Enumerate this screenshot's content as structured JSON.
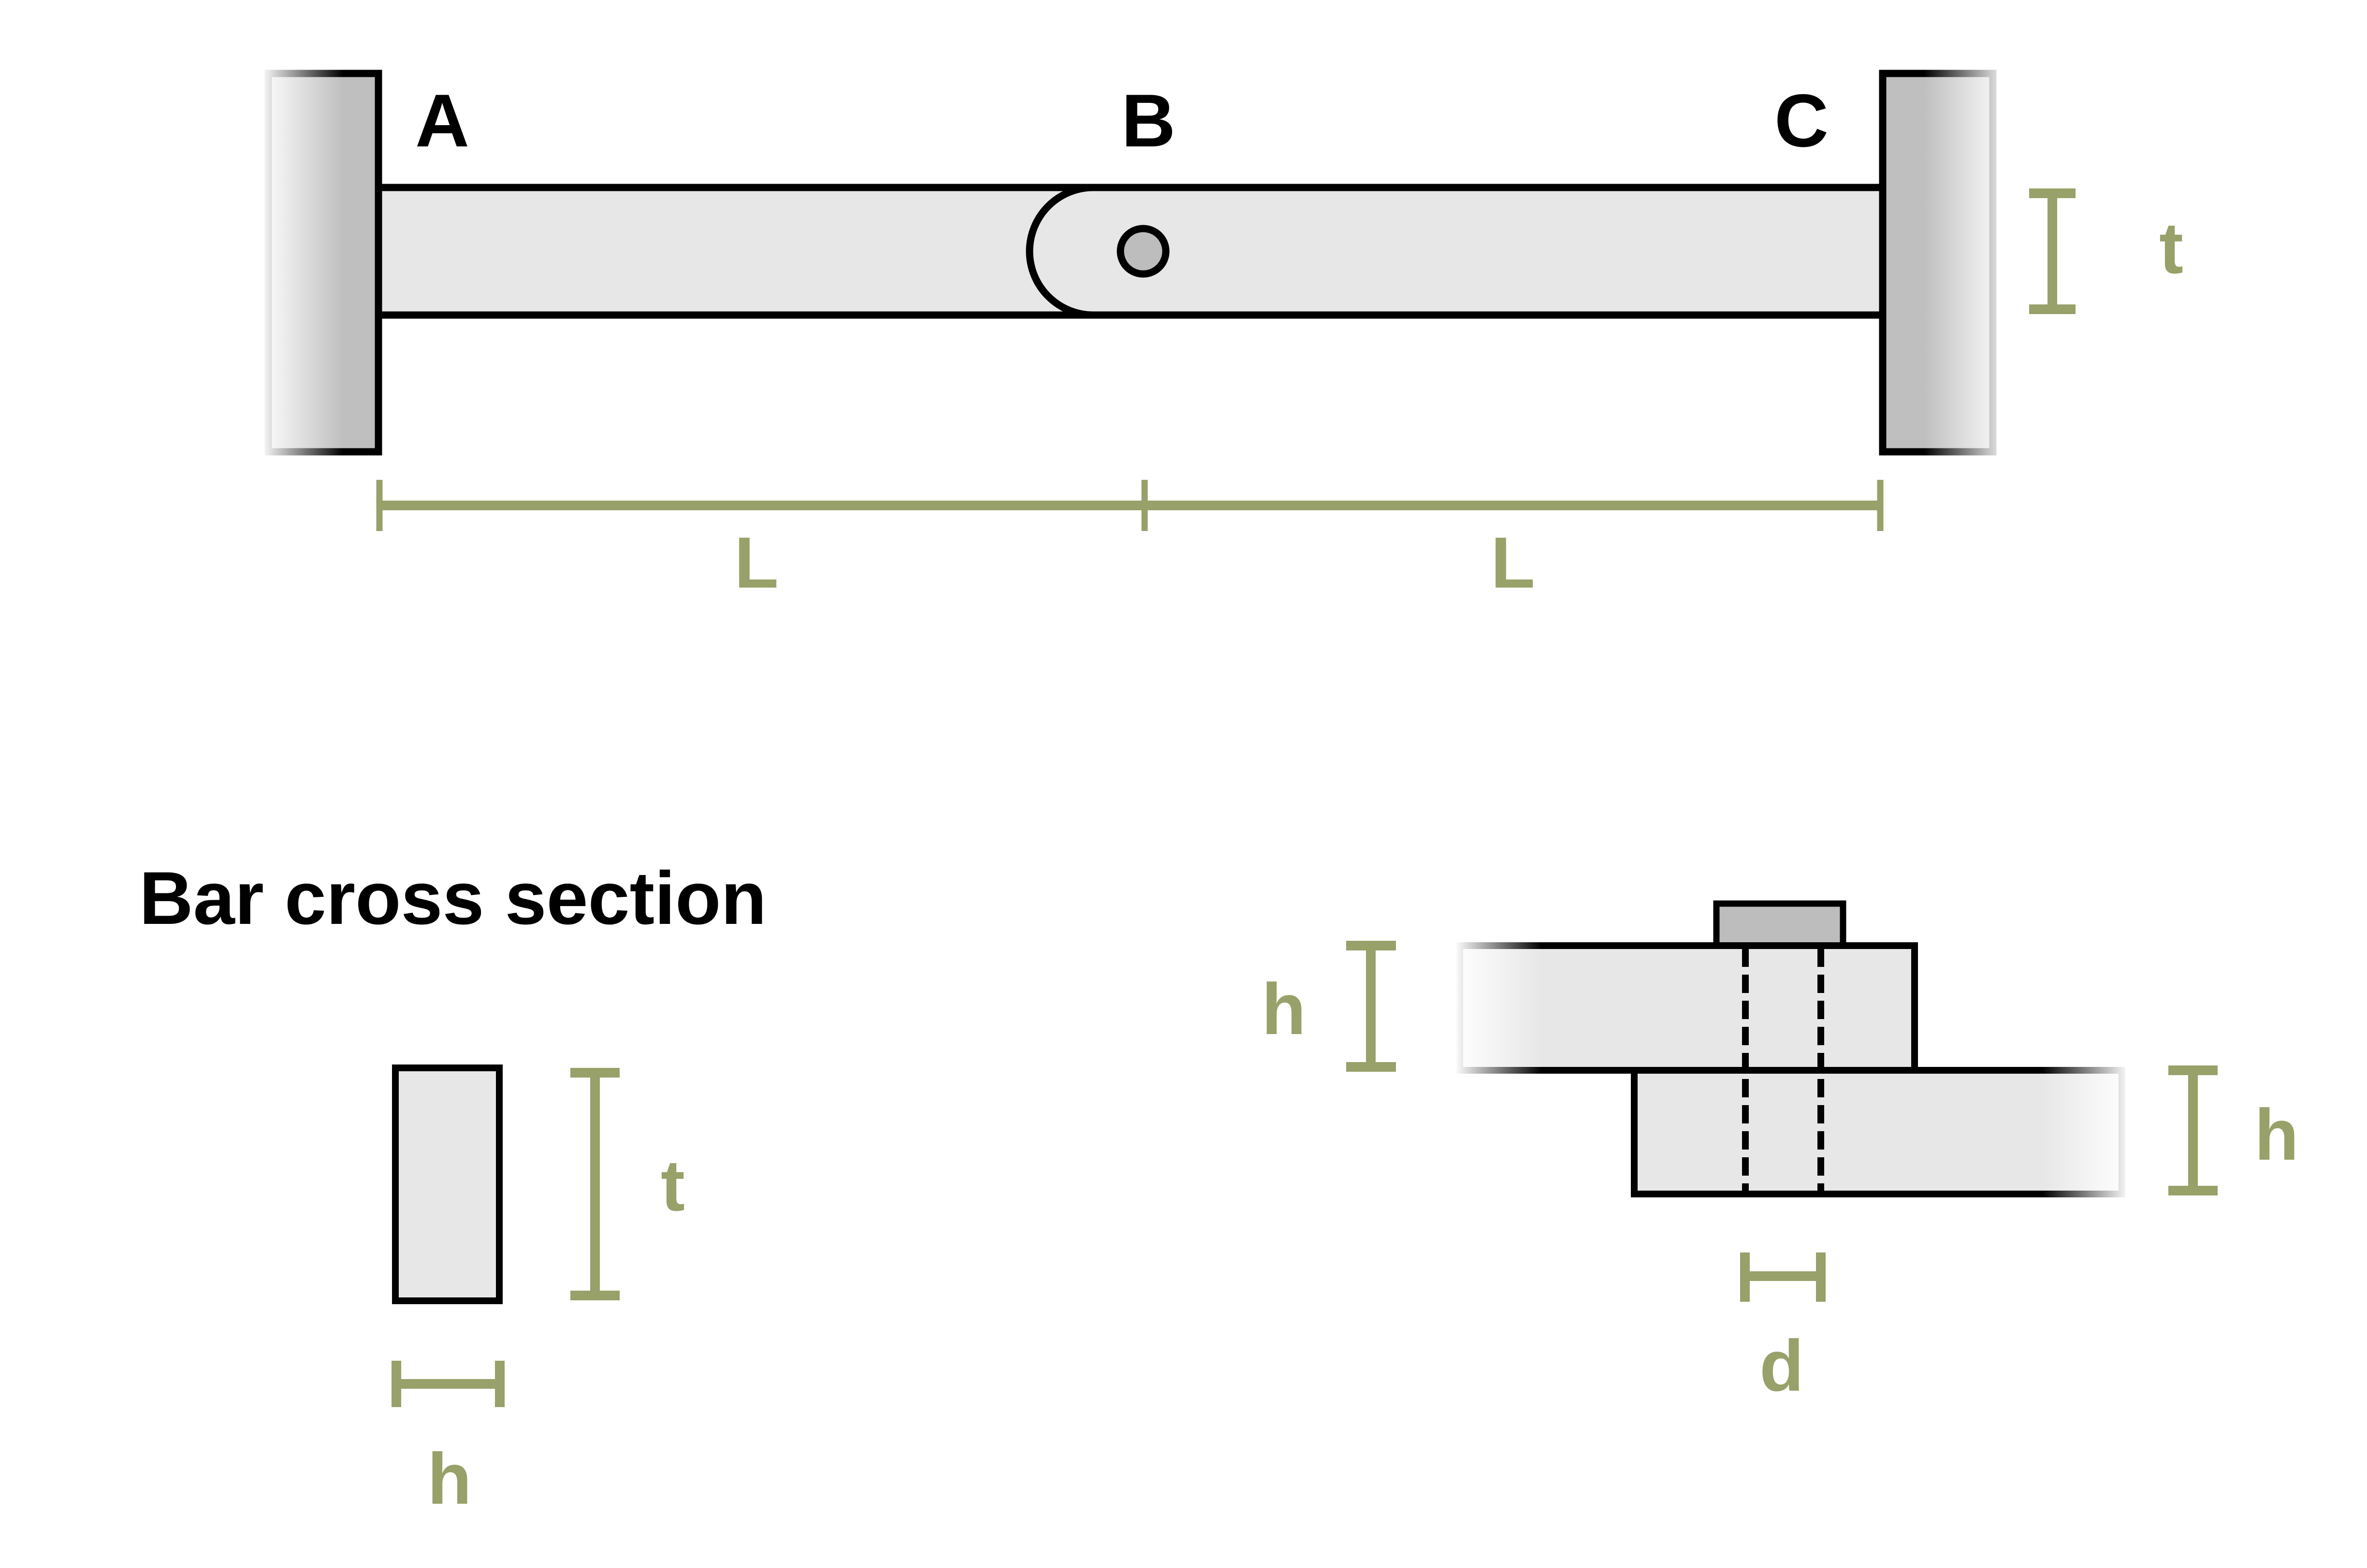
{
  "figure": {
    "beam_diagram": {
      "support_left_label": "A",
      "pin_joint_label": "B",
      "support_right_label": "C",
      "span_left_label": "L",
      "span_right_label": "L",
      "thickness_label": "t"
    },
    "cross_section": {
      "title": "Bar cross section",
      "thickness_label": "t",
      "width_label": "h"
    },
    "joint_detail": {
      "upper_bar_thickness_label": "h",
      "lower_bar_thickness_label": "h",
      "pin_diameter_label": "d"
    }
  },
  "colors": {
    "ink": "#000000",
    "bar-fill": "#e7e7e7",
    "wall-fill": "#bfbfbf",
    "pin-fill": "#bdbdbd",
    "dim": "#97a169",
    "bg": "#ffffff"
  }
}
